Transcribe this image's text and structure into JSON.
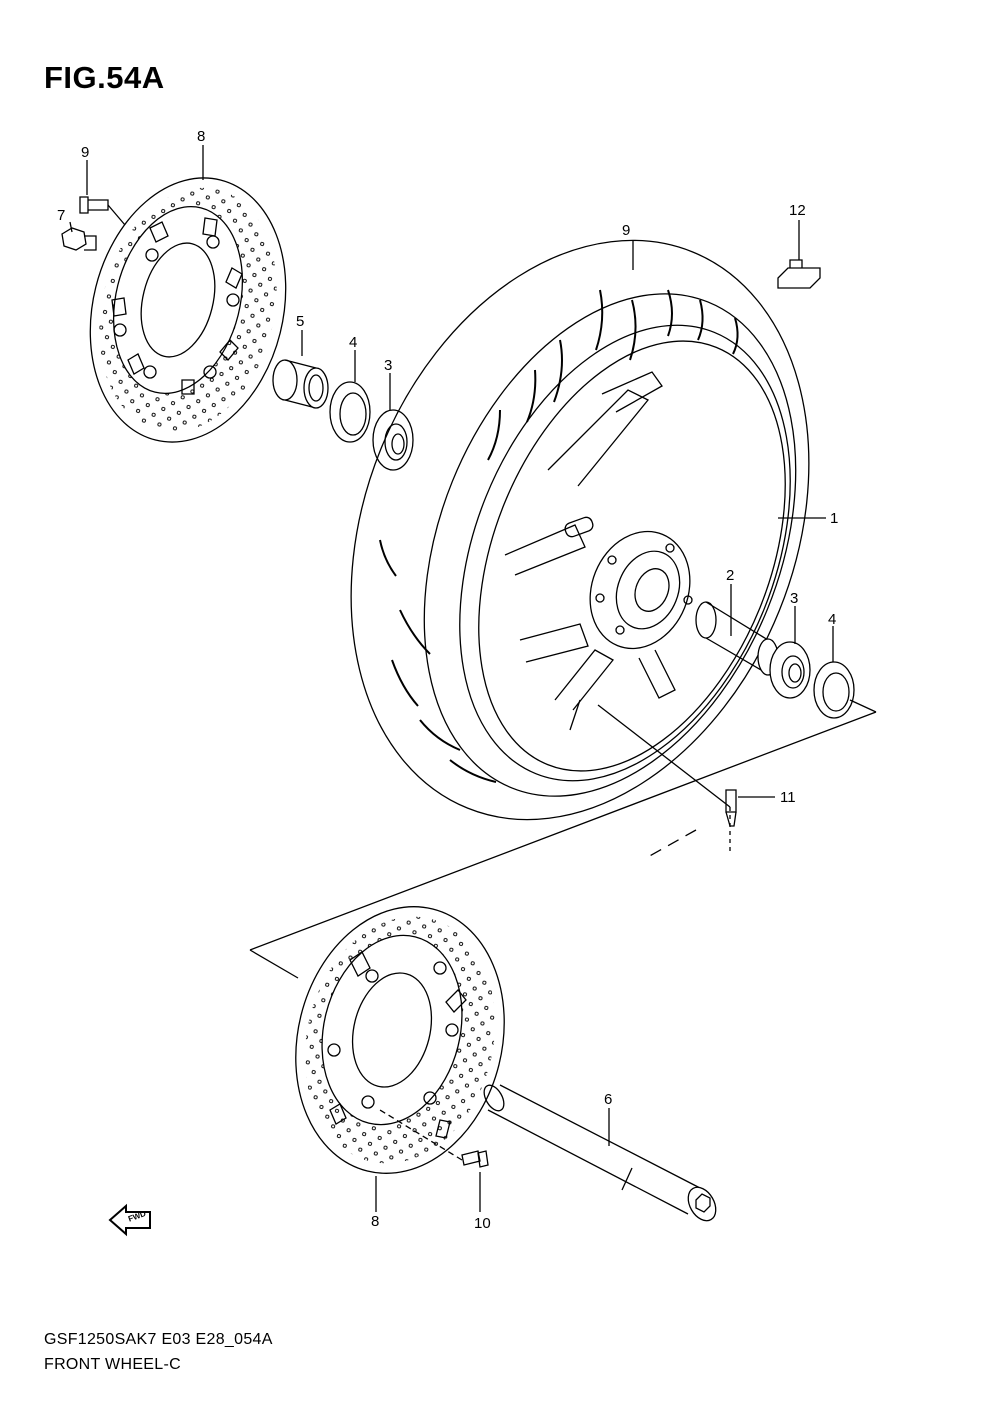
{
  "figure": {
    "title": "FIG.54A",
    "code": "GSF1250SAK7 E03 E28_054A",
    "name": "FRONT WHEEL-C"
  },
  "fwd_badge": "FWD",
  "callouts": [
    {
      "id": "c-1",
      "label": "1"
    },
    {
      "id": "c-2",
      "label": "2"
    },
    {
      "id": "c-3a",
      "label": "3"
    },
    {
      "id": "c-3b",
      "label": "3"
    },
    {
      "id": "c-4a",
      "label": "4"
    },
    {
      "id": "c-4b",
      "label": "4"
    },
    {
      "id": "c-5",
      "label": "5"
    },
    {
      "id": "c-6",
      "label": "6"
    },
    {
      "id": "c-7",
      "label": "7"
    },
    {
      "id": "c-8a",
      "label": "8"
    },
    {
      "id": "c-8b",
      "label": "8"
    },
    {
      "id": "c-9a",
      "label": "9"
    },
    {
      "id": "c-9b",
      "label": "9"
    },
    {
      "id": "c-10",
      "label": "10"
    },
    {
      "id": "c-11",
      "label": "11"
    },
    {
      "id": "c-12",
      "label": "12"
    }
  ]
}
